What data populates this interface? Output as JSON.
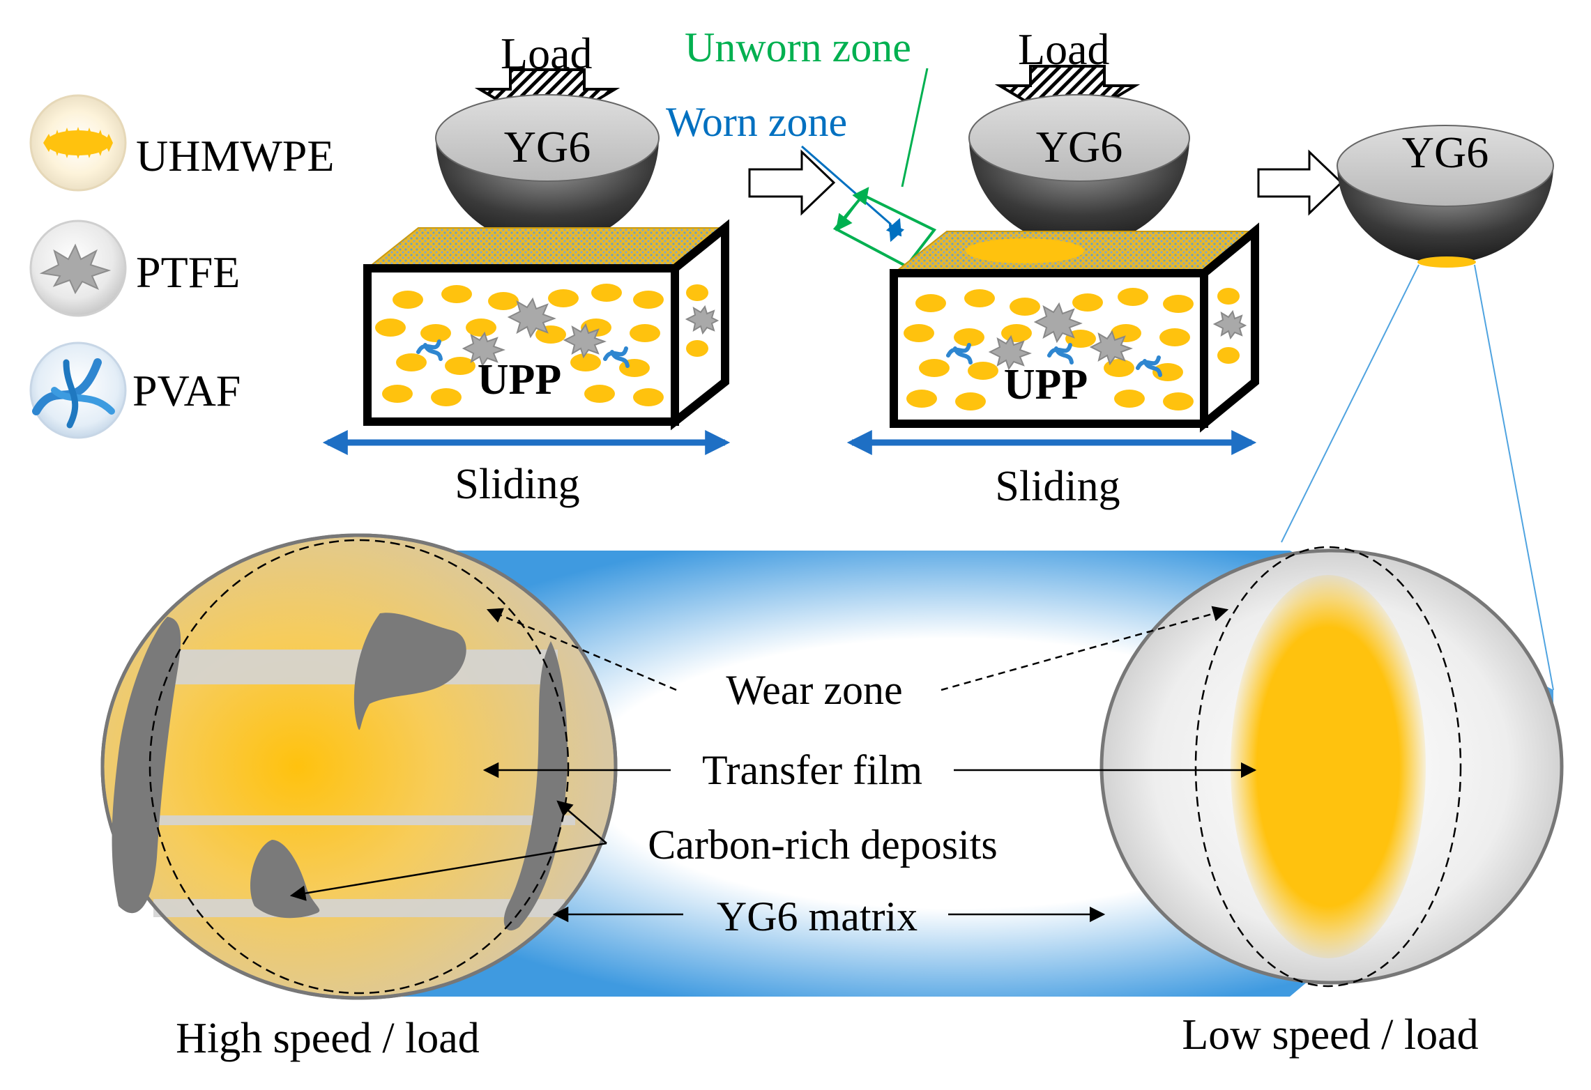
{
  "legend": {
    "uhmwpe": "UHMWPE",
    "ptfe": "PTFE",
    "pvaf": "PVAF"
  },
  "panel_left": {
    "load": "Load",
    "ball": "YG6",
    "block": "UPP",
    "sliding": "Sliding"
  },
  "panel_mid": {
    "load": "Load",
    "ball": "YG6",
    "block": "UPP",
    "sliding": "Sliding",
    "unworn_zone": "Unworn zone",
    "worn_zone": "Worn zone"
  },
  "panel_right": {
    "ball": "YG6"
  },
  "annotations": {
    "wear_zone": "Wear zone",
    "transfer_film": "Transfer film",
    "carbon_deposits": "Carbon-rich deposits",
    "matrix": "YG6 matrix"
  },
  "captions": {
    "high": "High speed / load",
    "low": "Low speed / load"
  },
  "colors": {
    "uhmwpe": "#FFC20E",
    "ptfe": "#B8B8B8",
    "pvaf": "#2E86D0",
    "sliding_arrow": "#1E6FC4",
    "unworn_green": "#00B050",
    "worn_blue": "#0070C0",
    "deposit": "#7A7A7A",
    "halo": "#4FA3E0"
  }
}
